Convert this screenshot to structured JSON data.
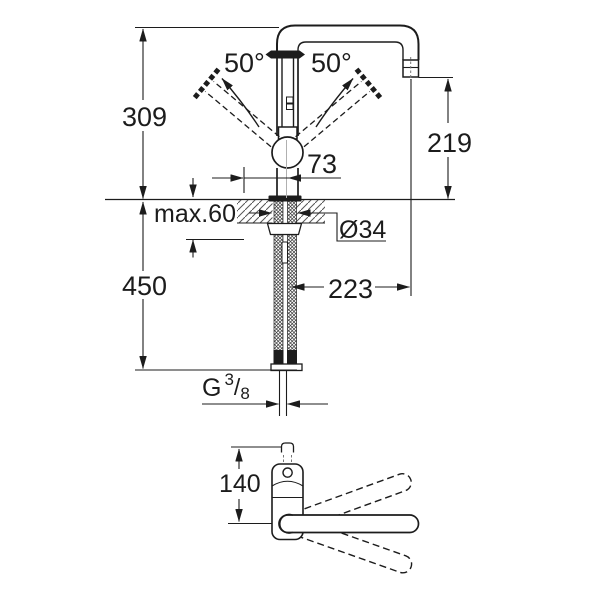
{
  "background": "#ffffff",
  "line_color": "#1c1c1c",
  "centerline_color": "#b0b0b0",
  "dimensions": {
    "swing_angle_left": "50°",
    "swing_angle_right": "50°",
    "height_to_spout_top": "309",
    "outlet_height": "219",
    "lever_swing_offset": "73",
    "max_counter_thickness": "max.60",
    "hole_diameter": "Ø34",
    "supply_hose_drop": "450",
    "spout_reach": "223",
    "plan_depth": "140",
    "thread": {
      "prefix": "G",
      "numerator": "3",
      "slash": "/",
      "denominator": "8"
    }
  }
}
